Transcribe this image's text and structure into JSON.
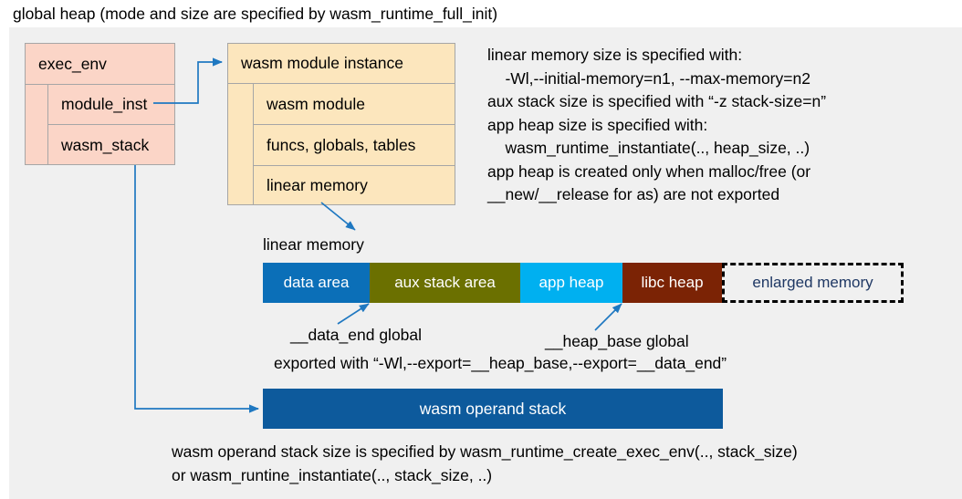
{
  "title": "global heap (mode and size are specified by wasm_runtime_full_init)",
  "colors": {
    "background": "#ffffff",
    "panel": "#f0f0f0",
    "exec_env_fill": "#fbd5c7",
    "module_instance_fill": "#fce6bd",
    "box_border": "#a6a6a6",
    "connector": "#1f78c1",
    "data_area": "#0b6fb8",
    "aux_stack_area": "#6b7000",
    "app_heap": "#00b0f0",
    "libc_heap": "#7b2305",
    "enlarged_memory_text": "#1f3864",
    "operand_stack": "#0d5a9c"
  },
  "exec_env": {
    "title": "exec_env",
    "fields": [
      {
        "label": "module_inst"
      },
      {
        "label": "wasm_stack"
      }
    ]
  },
  "wasm_module_instance": {
    "title": "wasm module instance",
    "fields": [
      {
        "label": "wasm module"
      },
      {
        "label": "funcs, globals, tables"
      },
      {
        "label": "linear memory"
      }
    ]
  },
  "runtime_notes": "linear memory size is specified with:\n    -Wl,--initial-memory=n1, --max-memory=n2\naux stack size is specified with “-z stack-size=n”\napp heap size is specified with:\n    wasm_runtime_instantiate(.., heap_size, ..)\napp heap is created only when malloc/free (or\n__new/__release for as) are not exported",
  "linear_memory": {
    "label": "linear memory",
    "segments": [
      {
        "label": "data area",
        "color": "#0b6fb8",
        "width": 117,
        "style": "solid"
      },
      {
        "label": "aux stack area",
        "color": "#6b7000",
        "width": 165,
        "style": "solid"
      },
      {
        "label": "app heap",
        "color": "#00b0f0",
        "width": 112,
        "style": "solid"
      },
      {
        "label": "libc heap",
        "color": "#7b2305",
        "width": 109,
        "style": "solid"
      },
      {
        "label": "enlarged memory",
        "color": "#f0f0f0",
        "width": 199,
        "style": "dashed"
      }
    ]
  },
  "annotations": {
    "data_end": "__data_end global",
    "heap_base": "__heap_base global",
    "exported_with": "exported with “-Wl,--export=__heap_base,--export=__data_end”"
  },
  "wasm_operand_stack": {
    "label": "wasm operand stack",
    "caption": "wasm operand stack size is specified by wasm_runtime_create_exec_env(.., stack_size)\nor wasm_runtine_instantiate(.., stack_size, ..)"
  }
}
